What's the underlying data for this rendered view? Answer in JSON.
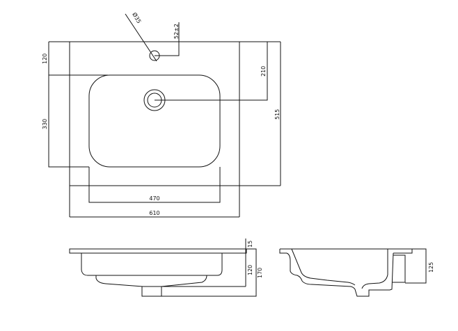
{
  "top_view": {
    "hole_diameter": "Ø35",
    "hole_offset": "52±2",
    "dim_front": "120",
    "dim_bowl_depth": "330",
    "dim_drain": "210",
    "dim_total_depth": "515",
    "dim_bowl_width": "470",
    "dim_total_width": "610"
  },
  "front_view": {
    "dim_rim": "15",
    "dim_bowl_height": "120",
    "dim_total_height": "170"
  },
  "side_view": {
    "dim_height": "125"
  }
}
